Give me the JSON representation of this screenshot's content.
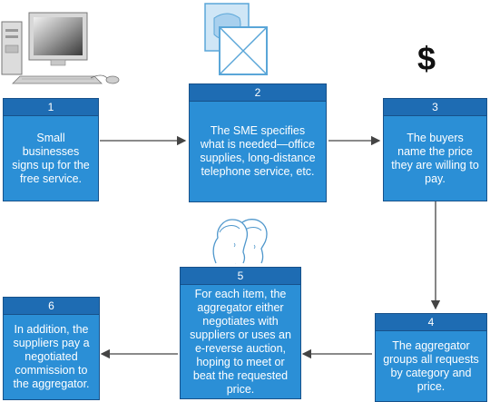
{
  "steps": [
    {
      "number": "1",
      "text": "Small businesses signs up for the free service."
    },
    {
      "number": "2",
      "text": "The SME specifies what is needed—office supplies, long-distance telephone service, etc."
    },
    {
      "number": "3",
      "text": "The buyers name the price they are willing to pay."
    },
    {
      "number": "4",
      "text": "The aggregator groups all requests by category and price."
    },
    {
      "number": "5",
      "text": "For each item, the aggregator either negotiates with suppliers or uses an e-reverse auction, hoping to meet or beat the requested price."
    },
    {
      "number": "6",
      "text": "In addition, the suppliers pay a negotiated commission to the aggregator."
    }
  ],
  "icons": {
    "computer": "computer-icon",
    "envelope": "envelope-icon",
    "dollar": "$",
    "people": "people-icon"
  },
  "colors": {
    "box_fill": "#2b8fd6",
    "header_fill": "#1e6cb3",
    "border": "#17518a",
    "text": "#ffffff",
    "arrow": "#444444"
  }
}
